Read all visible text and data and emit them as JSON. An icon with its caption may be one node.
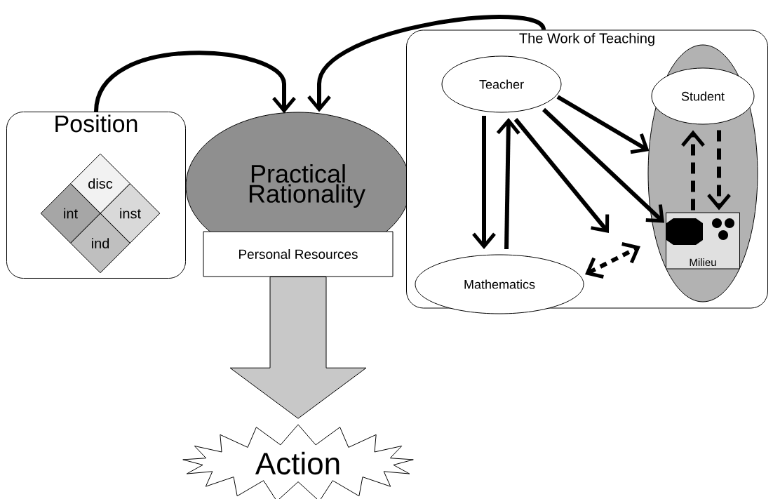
{
  "diagram": {
    "nodes": [
      {
        "text": [
          "Position"
        ]
      },
      {
        "text": [
          "disc"
        ],
        "in": 0
      },
      {
        "text": [
          "int"
        ],
        "in": 0
      },
      {
        "text": [
          "inst"
        ],
        "in": 0
      },
      {
        "text": [
          "ind"
        ],
        "in": 0
      },
      {
        "text": [
          "Practical Rationality"
        ]
      },
      {
        "text": [
          "The Work of Teaching"
        ]
      },
      {
        "text": [
          "Teacher"
        ],
        "in": 6
      },
      {
        "text": [],
        "shape": "ellipse",
        "in": 6
      },
      {
        "text": [
          "Student"
        ],
        "in": 8
      },
      {
        "text": [
          "Milieu"
        ],
        "in": 8
      },
      {
        "text": [
          "Mathematics"
        ],
        "in": 6
      },
      {
        "text": [
          "Personal Resources"
        ]
      },
      {
        "text": [
          "Action"
        ]
      }
    ],
    "edges": [
      {
        "from": 0,
        "to": 5,
        "arrow": "to"
      },
      {
        "from": 6,
        "to": 5,
        "arrow": "to"
      },
      {
        "from": 7,
        "to": 11,
        "arrow": "to"
      },
      {
        "from": 11,
        "to": 7,
        "arrow": "to"
      },
      {
        "from": 7,
        "to": 8,
        "arrow": "to"
      },
      {
        "from": 7,
        "to": 10,
        "arrow": "to"
      },
      {
        "from": 7,
        "to": null,
        "arrow": "to"
      },
      {
        "from": 11,
        "to": 10,
        "arrow": "both",
        "style": "dashed"
      },
      {
        "from": 10,
        "to": 9,
        "arrow": "to",
        "style": "dashed"
      },
      {
        "from": 9,
        "to": 10,
        "arrow": "to",
        "style": "dashed"
      },
      {
        "from": 12,
        "to": 13,
        "arrow": "to",
        "style": "thick",
        "color": "#c8c8c8"
      }
    ]
  }
}
